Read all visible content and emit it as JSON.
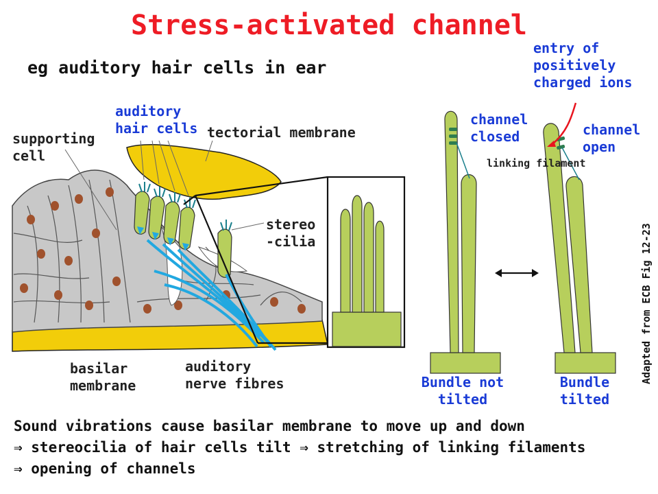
{
  "title": "Stress-activated channel",
  "subtitle": "eg auditory hair cells in ear",
  "labels": {
    "supporting_cell": "supporting\ncell",
    "auditory_hair_cells": "auditory\nhair cells",
    "tectorial_membrane": "tectorial membrane",
    "stereocilia": "stereo\n-cilia",
    "basilar_membrane": "basilar\nmembrane",
    "auditory_nerve_fibres": "auditory\nnerve fibres",
    "channel_closed": "channel\nclosed",
    "channel_open": "channel\nopen",
    "linking_filament": "linking\nfilament",
    "entry_of_ions": "entry of\npositively\ncharged ions",
    "bundle_not_tilted": "Bundle not\ntilted",
    "bundle_tilted": "Bundle\ntilted"
  },
  "credit": "Adapted from ECB Fig 12-23",
  "caption": {
    "line1": "Sound vibrations cause basilar membrane to move up and down",
    "line2": "⇒ stereocilia of hair cells tilt ⇒ stretching of linking filaments",
    "line3": "⇒ opening of channels"
  },
  "colors": {
    "title": "#ee1c25",
    "blue_label": "#1a3bd6",
    "stereocilia_green": "#b7cf5c",
    "membrane_yellow": "#f2cd0a",
    "tissue_grey": "#c8c8c8",
    "nucleus": "#a0522d",
    "nerve_blue": "#22a8e0",
    "channel_green": "#2e7d4f",
    "ion_arrow_red": "#e8141e"
  }
}
